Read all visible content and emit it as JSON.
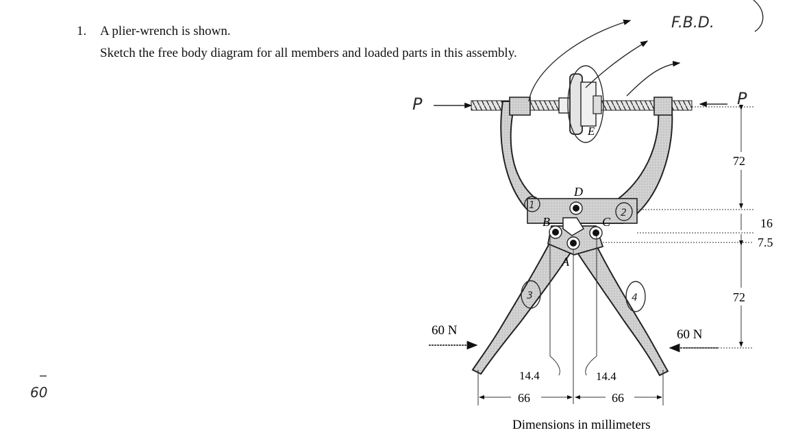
{
  "problem": {
    "number": "1.",
    "line1": "A plier-wrench is shown.",
    "line2": "Sketch the free body diagram for all members and loaded parts in this assembly."
  },
  "handwriting": {
    "fbd_note": "F.B.D.",
    "force_left": "P",
    "force_right": "P",
    "margin_note": "60",
    "member_1": "1",
    "member_2": "2",
    "member_3": "3",
    "member_4": "4"
  },
  "figure": {
    "labels": {
      "D": "D",
      "B": "B",
      "C": "C",
      "A": "A",
      "E": "E"
    },
    "loads": {
      "left": "60 N",
      "right": "60 N"
    },
    "dims": {
      "upper": "72",
      "d16": "16",
      "d75": "7.5",
      "lower": "72",
      "pin_left": "14.4",
      "pin_right": "14.4",
      "span_left": "66",
      "span_right": "66"
    },
    "caption": "Dimensions in millimeters"
  },
  "colors": {
    "ink": "#111111",
    "pencil": "#2a2a2a",
    "part_fill": "#d8d8d8",
    "part_stroke": "#222222"
  }
}
